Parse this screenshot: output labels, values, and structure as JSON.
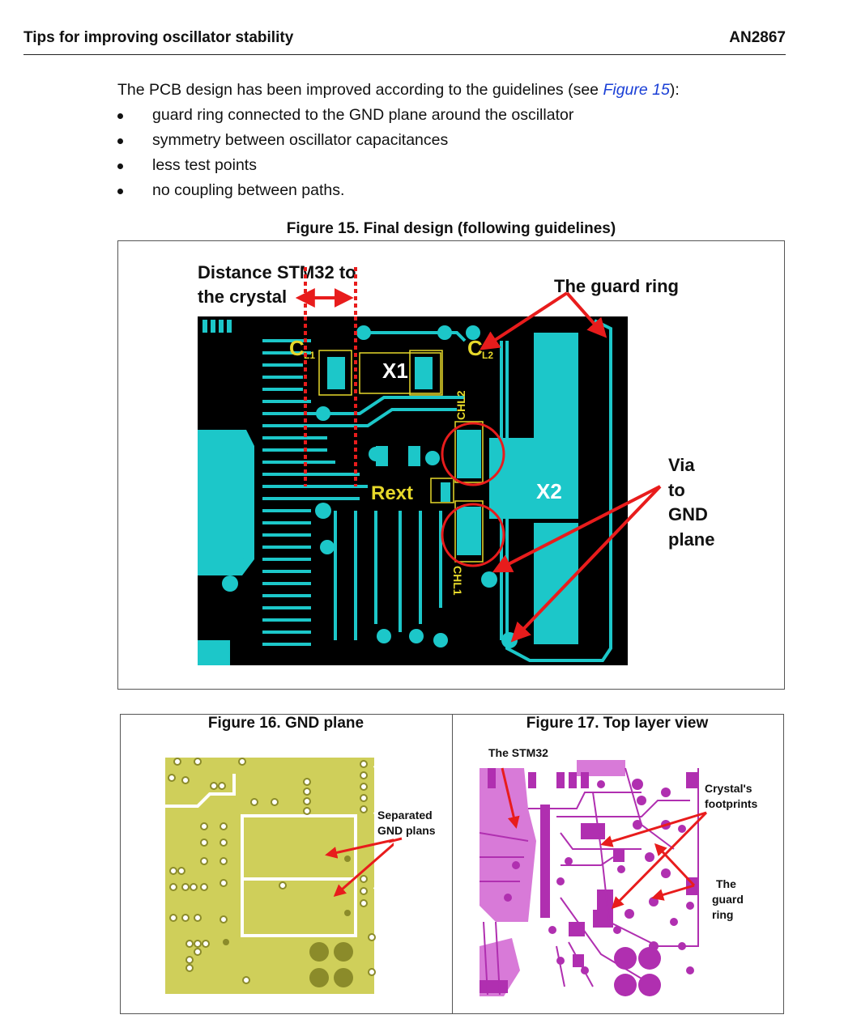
{
  "header": {
    "title": "Tips for improving oscillator stability",
    "doc_id": "AN2867"
  },
  "intro": {
    "text_before": "The PCB design has been improved according to the guidelines (see ",
    "link": "Figure 15",
    "text_after": "):"
  },
  "bullets": [
    "guard ring connected to the GND plane around the oscillator",
    "symmetry between oscillator capacitances",
    "less test points",
    "no coupling between paths."
  ],
  "fig15": {
    "caption": "Figure 15. Final design (following guidelines)",
    "distance_label_1": "Distance STM32 to",
    "distance_label_2": "the crystal",
    "guard_ring_label": "The guard ring",
    "via_label": [
      "Via",
      "to",
      "GND",
      "plane"
    ],
    "pcb_labels": {
      "x1": "X1",
      "x2": "X2",
      "rext": "Rext",
      "cl1_main": "C",
      "cl1_sub": "L1",
      "cl2_main": "C",
      "cl2_sub": "L2",
      "chl1": "CHL1",
      "chl2": "CHL2"
    },
    "colors": {
      "board": "#000000",
      "copper": "#1cc7c9",
      "annotation": "#e81c1c",
      "silkscreen": "#e6d82a"
    }
  },
  "fig16": {
    "caption": "Figure 16. GND plane",
    "label_1": "Separated",
    "label_2": "GND plans",
    "colors": {
      "plane": "#cfcf5a",
      "via": "#8b8b2a"
    }
  },
  "fig17": {
    "caption": "Figure 17. Top layer view",
    "stm32_label": "The STM32",
    "crystal_label_1": "Crystal's",
    "crystal_label_2": "footprints",
    "guard_label": [
      "The",
      "guard",
      "ring"
    ],
    "colors": {
      "trace": "#b02fb0",
      "pour": "#d87ad8"
    }
  }
}
